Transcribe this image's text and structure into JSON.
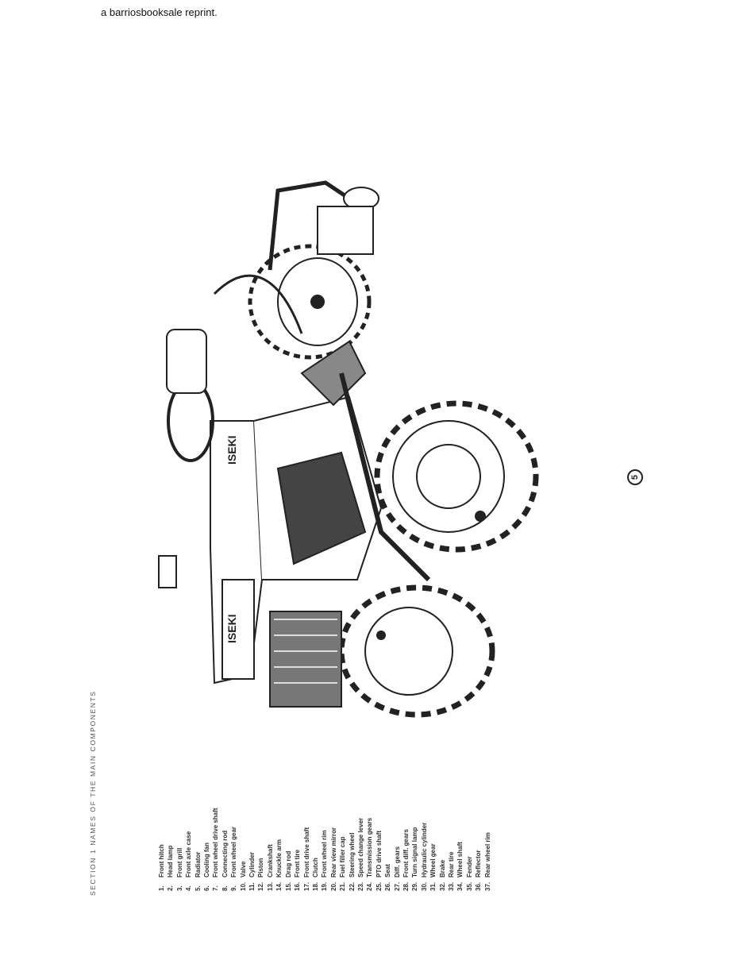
{
  "header": {
    "reprint_note": "a barriosbooksale reprint."
  },
  "section_title": "SECTION 1  NAMES OF THE MAIN COMPONENTS",
  "page_number": "5",
  "illustration": {
    "brand_label": "ISEKI"
  },
  "parts": [
    {
      "num": "1.",
      "label": "Front hitch"
    },
    {
      "num": "2.",
      "label": "Head lamp"
    },
    {
      "num": "3.",
      "label": "Front grill"
    },
    {
      "num": "4.",
      "label": "Front axle case"
    },
    {
      "num": "5.",
      "label": "Radiator"
    },
    {
      "num": "6.",
      "label": "Cooling fan"
    },
    {
      "num": "7.",
      "label": "Front wheel drive shaft"
    },
    {
      "num": "8.",
      "label": "Connecting rod"
    },
    {
      "num": "9.",
      "label": "Front wheel gear"
    },
    {
      "num": "10.",
      "label": "Valve"
    },
    {
      "num": "11.",
      "label": "Cylinder"
    },
    {
      "num": "12.",
      "label": "Piston"
    },
    {
      "num": "13.",
      "label": "Crankshaft"
    },
    {
      "num": "14.",
      "label": "Knuckle arm"
    },
    {
      "num": "15.",
      "label": "Drag rod"
    },
    {
      "num": "16.",
      "label": "Front tire"
    },
    {
      "num": "17.",
      "label": "Front drive shaft"
    },
    {
      "num": "18.",
      "label": "Clutch"
    },
    {
      "num": "19.",
      "label": "Front wheel rim"
    },
    {
      "num": "20.",
      "label": "Rear view mirror"
    },
    {
      "num": "21.",
      "label": "Fuel filler cap"
    },
    {
      "num": "22.",
      "label": "Steering wheel"
    },
    {
      "num": "23.",
      "label": "Speed change lever"
    },
    {
      "num": "24.",
      "label": "Transmission gears"
    },
    {
      "num": "25.",
      "label": "PTO drive shaft"
    },
    {
      "num": "26.",
      "label": "Seat"
    },
    {
      "num": "27.",
      "label": "Diff. gears"
    },
    {
      "num": "28.",
      "label": "Front diff. gears"
    },
    {
      "num": "29.",
      "label": "Turn signal lamp"
    },
    {
      "num": "30.",
      "label": "Hydraulic cylinder"
    },
    {
      "num": "31.",
      "label": "Wheel gear"
    },
    {
      "num": "32.",
      "label": "Brake"
    },
    {
      "num": "33.",
      "label": "Rear tire"
    },
    {
      "num": "34.",
      "label": "Wheel shaft"
    },
    {
      "num": "35.",
      "label": "Fender"
    },
    {
      "num": "36.",
      "label": "Reflector"
    },
    {
      "num": "37.",
      "label": "Rear wheel rim"
    }
  ]
}
